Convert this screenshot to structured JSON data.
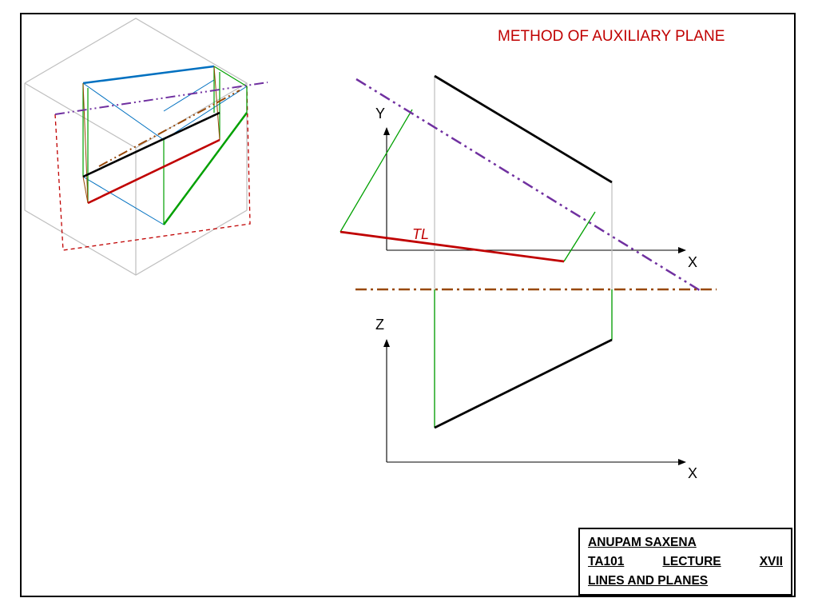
{
  "title": "METHOD OF AUXILIARY PLANE",
  "labels": {
    "y_axis": "Y",
    "x_axis_top": "X",
    "z_axis": "Z",
    "x_axis_bottom": "X",
    "true_length": "TL"
  },
  "title_block": {
    "author": "ANUPAM SAXENA",
    "course": "TA101",
    "lecture": "LECTURE",
    "lecture_number": "XVII",
    "topic": "LINES AND PLANES"
  },
  "colors": {
    "title": "#c00000",
    "true_length_line": "#c00000",
    "auxiliary_plane_edge": "#7030a0",
    "reference_line": "#984807",
    "projector": "#00a000",
    "iso_top_edge": "#0070c0"
  }
}
